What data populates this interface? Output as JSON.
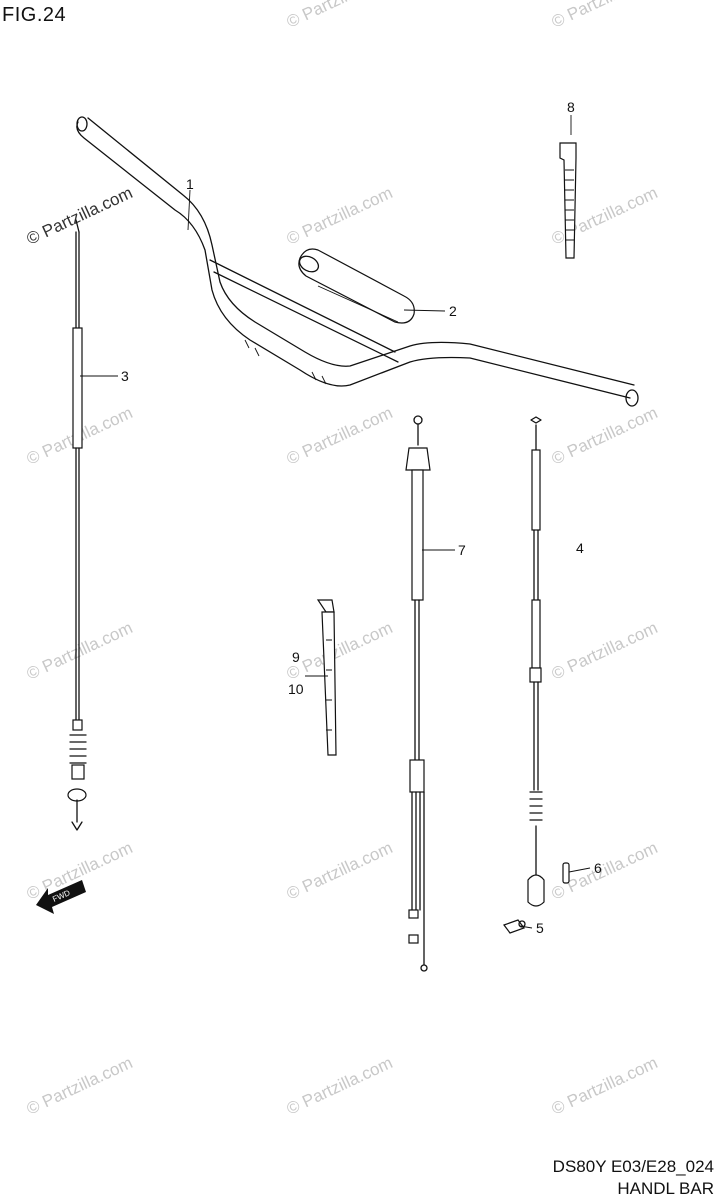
{
  "figure": {
    "label": "FIG.24"
  },
  "drawing": {
    "code": "DS80Y E03/E28_024",
    "title": "HANDL BAR"
  },
  "callouts": {
    "c1": "1",
    "c2": "2",
    "c3": "3",
    "c4": "4",
    "c5": "5",
    "c6": "6",
    "c7": "7",
    "c8": "8",
    "c9": "9",
    "c10": "10"
  },
  "watermark": "© Partzilla.com",
  "fwd_arrow": "FWD"
}
